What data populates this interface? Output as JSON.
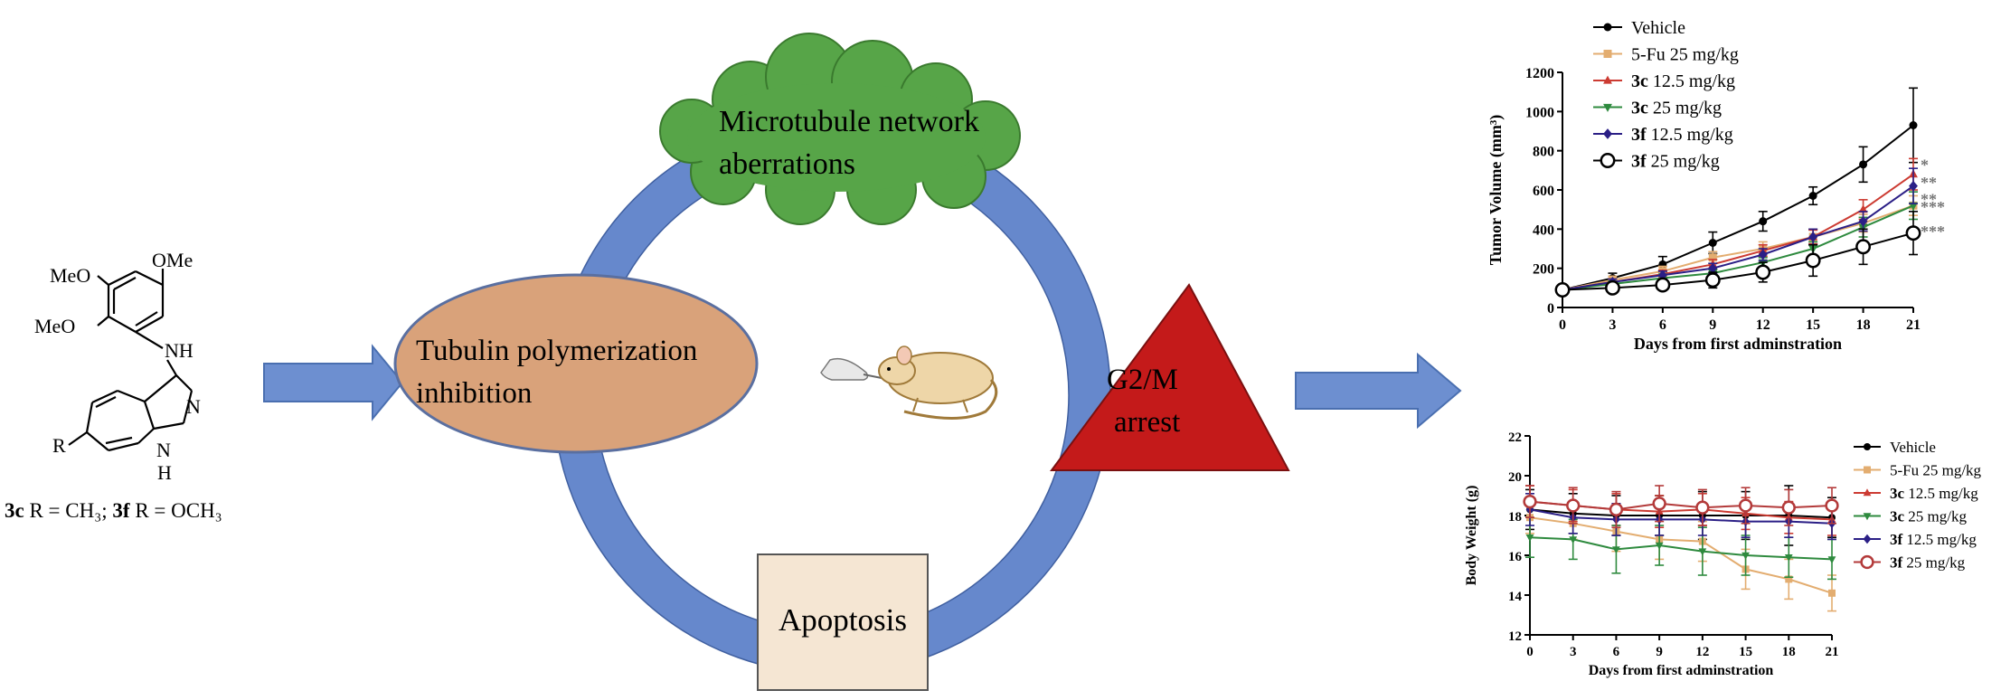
{
  "molecule": {
    "groups": {
      "ome_top": "OMe",
      "meo_mid": "MeO",
      "meo_low": "MeO",
      "nh": "NH",
      "n": "N",
      "n_ring": "N",
      "h": "H",
      "r": "R"
    },
    "caption": {
      "c3_label": "3c",
      "c3_text": " R = CH₃;  ",
      "f3_label": "3f",
      "f3_text": " R = OCH₃"
    }
  },
  "mechanism": {
    "cloud": {
      "line1": "Microtubule network",
      "line2": "aberrations"
    },
    "ellipse": {
      "line1": "Tubulin polymerization",
      "line2": "inhibition"
    },
    "triangle": {
      "line1": "G2/M",
      "line2": "arrest"
    },
    "box": {
      "label": "Apoptosis"
    }
  },
  "colors": {
    "arrow": "#6d8fd0",
    "ring": "#6688cc",
    "cloud": "#57a548",
    "ellipse": "#d9a27a",
    "triangle": "#c41a1a",
    "box": "#f5e6d3",
    "vehicle": "#000000",
    "fu": "#e3ad70",
    "c3_125": "#cc3b32",
    "c3_25": "#2e8a3e",
    "f3_125": "#2b1f86",
    "f3_25": "#b33a3a"
  },
  "chart_data": [
    {
      "type": "line",
      "xlabel": "Days from first adminstration",
      "ylabel": "Tumor Volume (mm³)",
      "x": [
        0,
        3,
        6,
        9,
        12,
        15,
        18,
        21
      ],
      "xlim": [
        0,
        21
      ],
      "ylim": [
        0,
        1200
      ],
      "yticks": [
        0,
        200,
        400,
        600,
        800,
        1000,
        1200
      ],
      "legend_position": "top-left",
      "series": [
        {
          "bold": "",
          "name": "Vehicle",
          "marker": "circle",
          "color": "#000000",
          "values": [
            90,
            150,
            220,
            330,
            440,
            570,
            730,
            930
          ],
          "err": [
            15,
            25,
            40,
            55,
            50,
            45,
            90,
            190
          ]
        },
        {
          "bold": "",
          "name": "5-Fu 25 mg/kg",
          "marker": "square",
          "color": "#e3ad70",
          "values": [
            90,
            140,
            185,
            255,
            300,
            360,
            430,
            520
          ],
          "err": [
            10,
            20,
            25,
            30,
            35,
            40,
            45,
            50
          ]
        },
        {
          "bold": "3c",
          "name": " 12.5 mg/kg",
          "marker": "triangle-up",
          "color": "#cc3b32",
          "values": [
            90,
            130,
            170,
            220,
            290,
            360,
            500,
            680
          ],
          "err": [
            10,
            15,
            20,
            25,
            30,
            35,
            50,
            80
          ]
        },
        {
          "bold": "3c",
          "name": "  25 mg/kg",
          "marker": "triangle-down",
          "color": "#2e8a3e",
          "values": [
            90,
            120,
            150,
            175,
            230,
            300,
            410,
            520
          ],
          "err": [
            10,
            15,
            20,
            20,
            25,
            35,
            50,
            70
          ]
        },
        {
          "bold": "3f",
          "name": " 12.5 mg/kg",
          "marker": "diamond",
          "color": "#2b1f86",
          "values": [
            90,
            130,
            165,
            200,
            270,
            360,
            440,
            620
          ],
          "err": [
            10,
            15,
            20,
            25,
            30,
            40,
            50,
            90
          ]
        },
        {
          "bold": "3f",
          "name": "  25 mg/kg",
          "marker": "open-circle",
          "color": "#000000",
          "values": [
            90,
            100,
            115,
            140,
            180,
            240,
            310,
            380
          ],
          "err": [
            10,
            15,
            20,
            40,
            50,
            80,
            90,
            110
          ]
        }
      ],
      "annotations": [
        "*",
        "**",
        "**",
        "***",
        "***"
      ]
    },
    {
      "type": "line",
      "xlabel": "Days from first adminstration",
      "ylabel": "Body Weight (g)",
      "x": [
        0,
        3,
        6,
        9,
        12,
        15,
        18,
        21
      ],
      "xlim": [
        0,
        21
      ],
      "ylim": [
        12,
        22
      ],
      "yticks": [
        12,
        14,
        16,
        18,
        20,
        22
      ],
      "legend_position": "right",
      "series": [
        {
          "bold": "",
          "name": "Vehicle",
          "marker": "circle",
          "color": "#000000",
          "values": [
            18.3,
            18.1,
            18.0,
            18.0,
            18.0,
            18.0,
            18.0,
            17.9
          ],
          "err": [
            1.0,
            1.0,
            1.0,
            1.0,
            1.2,
            1.2,
            1.5,
            1.0
          ]
        },
        {
          "bold": "",
          "name": "5-Fu 25 mg/kg",
          "marker": "square",
          "color": "#e3ad70",
          "values": [
            17.9,
            17.6,
            17.2,
            16.8,
            16.7,
            15.3,
            14.8,
            14.1
          ],
          "err": [
            0.8,
            0.8,
            1.0,
            1.0,
            1.0,
            1.0,
            1.0,
            0.9
          ]
        },
        {
          "bold": "3c",
          "name": " 12.5 mg/kg",
          "marker": "triangle-up",
          "color": "#cc3b32",
          "values": [
            18.7,
            18.5,
            18.3,
            18.2,
            18.3,
            18.1,
            17.9,
            17.8
          ],
          "err": [
            0.8,
            0.8,
            0.8,
            0.8,
            0.8,
            0.8,
            0.8,
            0.8
          ]
        },
        {
          "bold": "3c",
          "name": " 25 mg/kg",
          "marker": "triangle-down",
          "color": "#2e8a3e",
          "values": [
            16.9,
            16.8,
            16.3,
            16.5,
            16.2,
            16.0,
            15.9,
            15.8
          ],
          "err": [
            1.0,
            1.0,
            1.2,
            1.0,
            1.2,
            1.0,
            1.0,
            1.0
          ]
        },
        {
          "bold": "3f",
          "name": " 12.5 mg/kg",
          "marker": "diamond",
          "color": "#2b1f86",
          "values": [
            18.3,
            17.9,
            17.8,
            17.8,
            17.8,
            17.7,
            17.7,
            17.6
          ],
          "err": [
            0.8,
            0.8,
            0.8,
            0.8,
            0.8,
            0.8,
            0.8,
            0.8
          ]
        },
        {
          "bold": "3f",
          "name": " 25 mg/kg",
          "marker": "open-circle",
          "color": "#b33a3a",
          "values": [
            18.7,
            18.5,
            18.3,
            18.6,
            18.4,
            18.5,
            18.4,
            18.5
          ],
          "err": [
            0.8,
            0.9,
            0.9,
            0.9,
            0.9,
            0.9,
            0.9,
            0.9
          ]
        }
      ]
    }
  ]
}
